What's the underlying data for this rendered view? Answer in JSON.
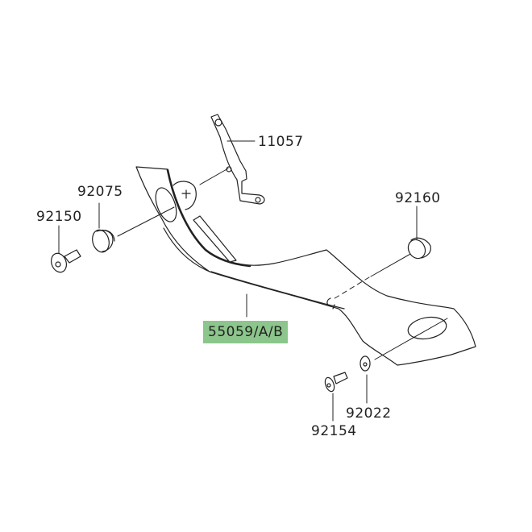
{
  "parts": [
    {
      "id": "bracket",
      "number": "11057"
    },
    {
      "id": "grommet-left",
      "number": "92075"
    },
    {
      "id": "bolt-left",
      "number": "92150"
    },
    {
      "id": "grommet-right",
      "number": "92160"
    },
    {
      "id": "cover",
      "number": "55059/A/B"
    },
    {
      "id": "washer",
      "number": "92022"
    },
    {
      "id": "bolt-right",
      "number": "92154"
    }
  ],
  "highlight_color": "#8cc68c"
}
